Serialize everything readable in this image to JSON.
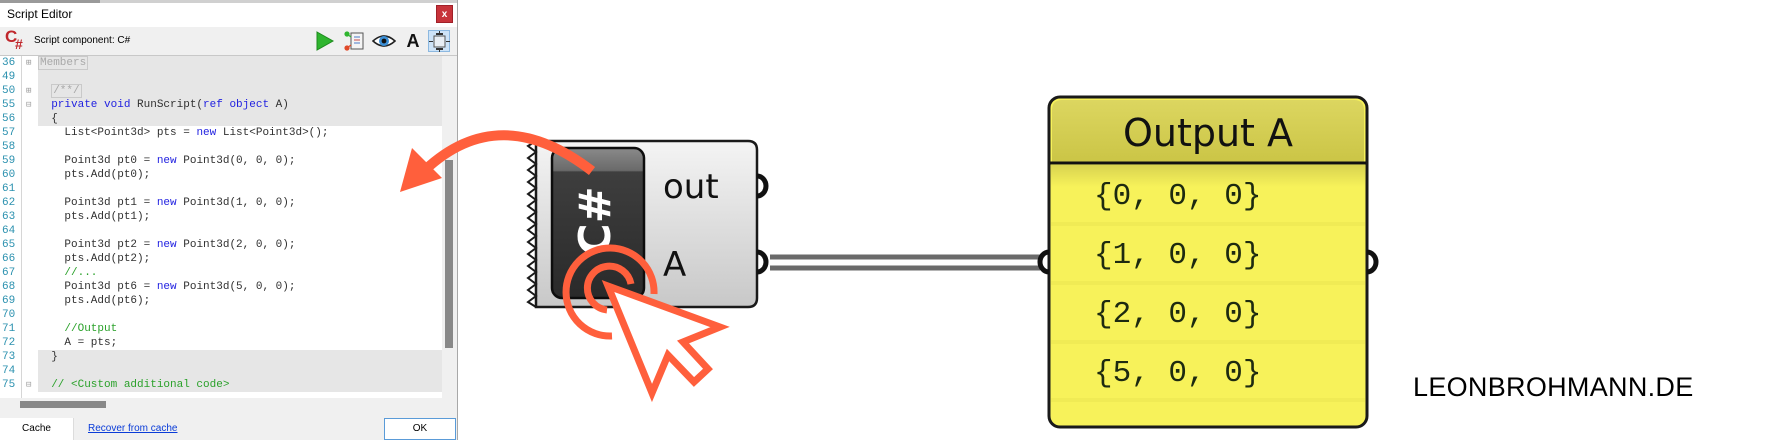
{
  "editor": {
    "window_title": "Script Editor",
    "close_label": "x",
    "component_label": "Script component: C#",
    "logo": {
      "c": "C",
      "hash": "#"
    },
    "toolbar": {
      "run_icon": "play-icon",
      "io_icon": "input-output-icon",
      "preview_icon": "eye-icon",
      "font_label": "A",
      "fit_icon": "fit-window-icon"
    },
    "lines": [
      {
        "num": "36",
        "fold": "⊞",
        "shaded": true,
        "parts": [
          {
            "t": "Members",
            "c": "box"
          }
        ]
      },
      {
        "num": "49",
        "fold": "",
        "shaded": true,
        "parts": []
      },
      {
        "num": "50",
        "fold": "⊞",
        "shaded": true,
        "parts": [
          {
            "t": "  "
          },
          {
            "t": "/**/",
            "c": "box"
          }
        ]
      },
      {
        "num": "55",
        "fold": "⊟",
        "shaded": true,
        "parts": [
          {
            "t": "  "
          },
          {
            "t": "private void",
            "c": "kw"
          },
          {
            "t": " RunScript("
          },
          {
            "t": "ref object",
            "c": "kw"
          },
          {
            "t": " A)"
          }
        ]
      },
      {
        "num": "56",
        "fold": "",
        "shaded": true,
        "parts": [
          {
            "t": "  {"
          }
        ]
      },
      {
        "num": "57",
        "fold": "",
        "shaded": false,
        "parts": [
          {
            "t": "    List<Point3d> pts = "
          },
          {
            "t": "new",
            "c": "kw"
          },
          {
            "t": " List<Point3d>();"
          }
        ]
      },
      {
        "num": "58",
        "fold": "",
        "shaded": false,
        "parts": []
      },
      {
        "num": "59",
        "fold": "",
        "shaded": false,
        "parts": [
          {
            "t": "    Point3d pt0 = "
          },
          {
            "t": "new",
            "c": "kw"
          },
          {
            "t": " Point3d(0, 0, 0);"
          }
        ]
      },
      {
        "num": "60",
        "fold": "",
        "shaded": false,
        "parts": [
          {
            "t": "    pts.Add(pt0);"
          }
        ]
      },
      {
        "num": "61",
        "fold": "",
        "shaded": false,
        "parts": []
      },
      {
        "num": "62",
        "fold": "",
        "shaded": false,
        "parts": [
          {
            "t": "    Point3d pt1 = "
          },
          {
            "t": "new",
            "c": "kw"
          },
          {
            "t": " Point3d(1, 0, 0);"
          }
        ]
      },
      {
        "num": "63",
        "fold": "",
        "shaded": false,
        "parts": [
          {
            "t": "    pts.Add(pt1);"
          }
        ]
      },
      {
        "num": "64",
        "fold": "",
        "shaded": false,
        "parts": []
      },
      {
        "num": "65",
        "fold": "",
        "shaded": false,
        "parts": [
          {
            "t": "    Point3d pt2 = "
          },
          {
            "t": "new",
            "c": "kw"
          },
          {
            "t": " Point3d(2, 0, 0);"
          }
        ]
      },
      {
        "num": "66",
        "fold": "",
        "shaded": false,
        "parts": [
          {
            "t": "    pts.Add(pt2);"
          }
        ]
      },
      {
        "num": "67",
        "fold": "",
        "shaded": false,
        "parts": [
          {
            "t": "    "
          },
          {
            "t": "//...",
            "c": "cm"
          }
        ]
      },
      {
        "num": "68",
        "fold": "",
        "shaded": false,
        "parts": [
          {
            "t": "    Point3d pt6 = "
          },
          {
            "t": "new",
            "c": "kw"
          },
          {
            "t": " Point3d(5, 0, 0);"
          }
        ]
      },
      {
        "num": "69",
        "fold": "",
        "shaded": false,
        "parts": [
          {
            "t": "    pts.Add(pt6);"
          }
        ]
      },
      {
        "num": "70",
        "fold": "",
        "shaded": false,
        "parts": []
      },
      {
        "num": "71",
        "fold": "",
        "shaded": false,
        "parts": [
          {
            "t": "    "
          },
          {
            "t": "//Output",
            "c": "cm"
          }
        ]
      },
      {
        "num": "72",
        "fold": "",
        "shaded": false,
        "parts": [
          {
            "t": "    A = pts;"
          }
        ]
      },
      {
        "num": "73",
        "fold": "",
        "shaded": true,
        "parts": [
          {
            "t": "  }"
          }
        ]
      },
      {
        "num": "74",
        "fold": "",
        "shaded": true,
        "parts": []
      },
      {
        "num": "75",
        "fold": "⊟",
        "shaded": true,
        "parts": [
          {
            "t": "  "
          },
          {
            "t": "// <Custom additional code>",
            "c": "cm"
          }
        ]
      }
    ],
    "footer": {
      "cache_label": "Cache",
      "recover_label": "Recover from cache",
      "ok_label": "OK"
    }
  },
  "component": {
    "name": "C#",
    "outputs": [
      "out",
      "A"
    ]
  },
  "panel": {
    "title": "Output A",
    "values": [
      "{0, 0, 0}",
      "{1, 0, 0}",
      "{2, 0, 0}",
      "{5, 0, 0}"
    ]
  },
  "colors": {
    "accent": "#ff5f3c",
    "panel_fill": "#f7f25a",
    "panel_header": "#cfc94c"
  },
  "watermark": "LEONBROHMANN.DE"
}
